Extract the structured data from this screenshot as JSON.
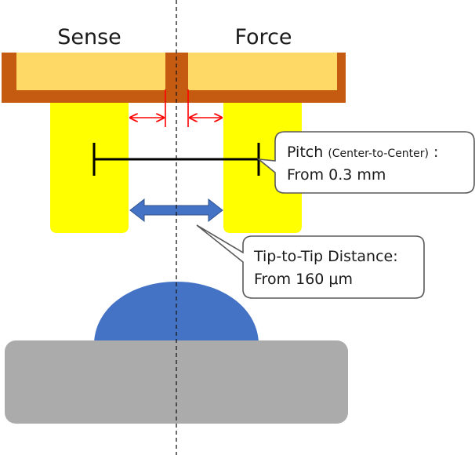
{
  "labels": {
    "sense": "Sense",
    "force": "Force"
  },
  "callouts": {
    "pitch": {
      "title": "Pitch",
      "qualifier": "(Center-to-Center)",
      "colon": ":",
      "value": "From 0.3 mm"
    },
    "tip_distance": {
      "title": "Tip-to-Tip Distance:",
      "value": "From 160 μm"
    }
  },
  "colors": {
    "frame": "#C55A11",
    "plate": "#FFD966",
    "probe": "#FFFF00",
    "arrow_blue": "#4472C4",
    "dome": "#4472C4",
    "substrate": "#ABABAB",
    "dimension_red": "#FF0000",
    "pitch_line": "#000000"
  }
}
